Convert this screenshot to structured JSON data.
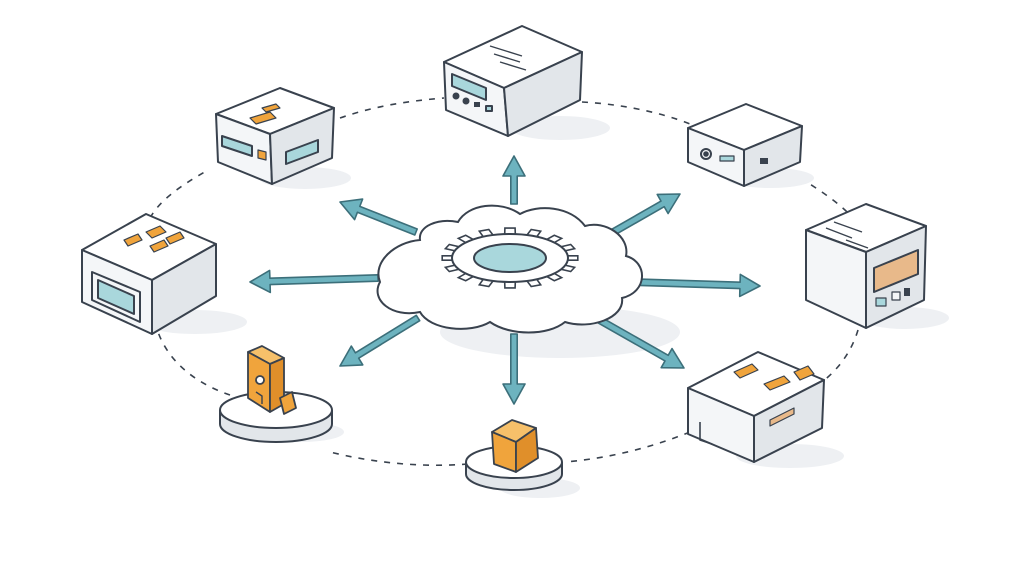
{
  "diagram": {
    "hub": {
      "icon": "gear-icon",
      "shape": "cloud"
    },
    "spokes": [
      {
        "direction": "up"
      },
      {
        "direction": "up-right"
      },
      {
        "direction": "right"
      },
      {
        "direction": "down-right"
      },
      {
        "direction": "down"
      },
      {
        "direction": "down-left"
      },
      {
        "direction": "left"
      },
      {
        "direction": "up-left"
      }
    ],
    "nodes": [
      {
        "kind": "server-box",
        "position": "top"
      },
      {
        "kind": "server-box",
        "position": "top-right"
      },
      {
        "kind": "server-box",
        "position": "right"
      },
      {
        "kind": "server-box",
        "position": "bottom-right"
      },
      {
        "kind": "cube-on-pedestal",
        "position": "bottom"
      },
      {
        "kind": "device-on-pedestal",
        "position": "bottom-left"
      },
      {
        "kind": "server-box",
        "position": "left"
      },
      {
        "kind": "server-box",
        "position": "top-left"
      }
    ],
    "ring": {
      "style": "dashed"
    },
    "colors": {
      "outline": "#39424e",
      "arrow": "#6db3bf",
      "arrow_stroke": "#3c6f7a",
      "box_face": "#f4f6f8",
      "box_top": "#ffffff",
      "box_side": "#e2e6ea",
      "screen_teal": "#a9d7dc",
      "accent_orange": "#f0a43c",
      "screen_tan": "#e8b98a",
      "shadow": "#eef0f3"
    }
  }
}
